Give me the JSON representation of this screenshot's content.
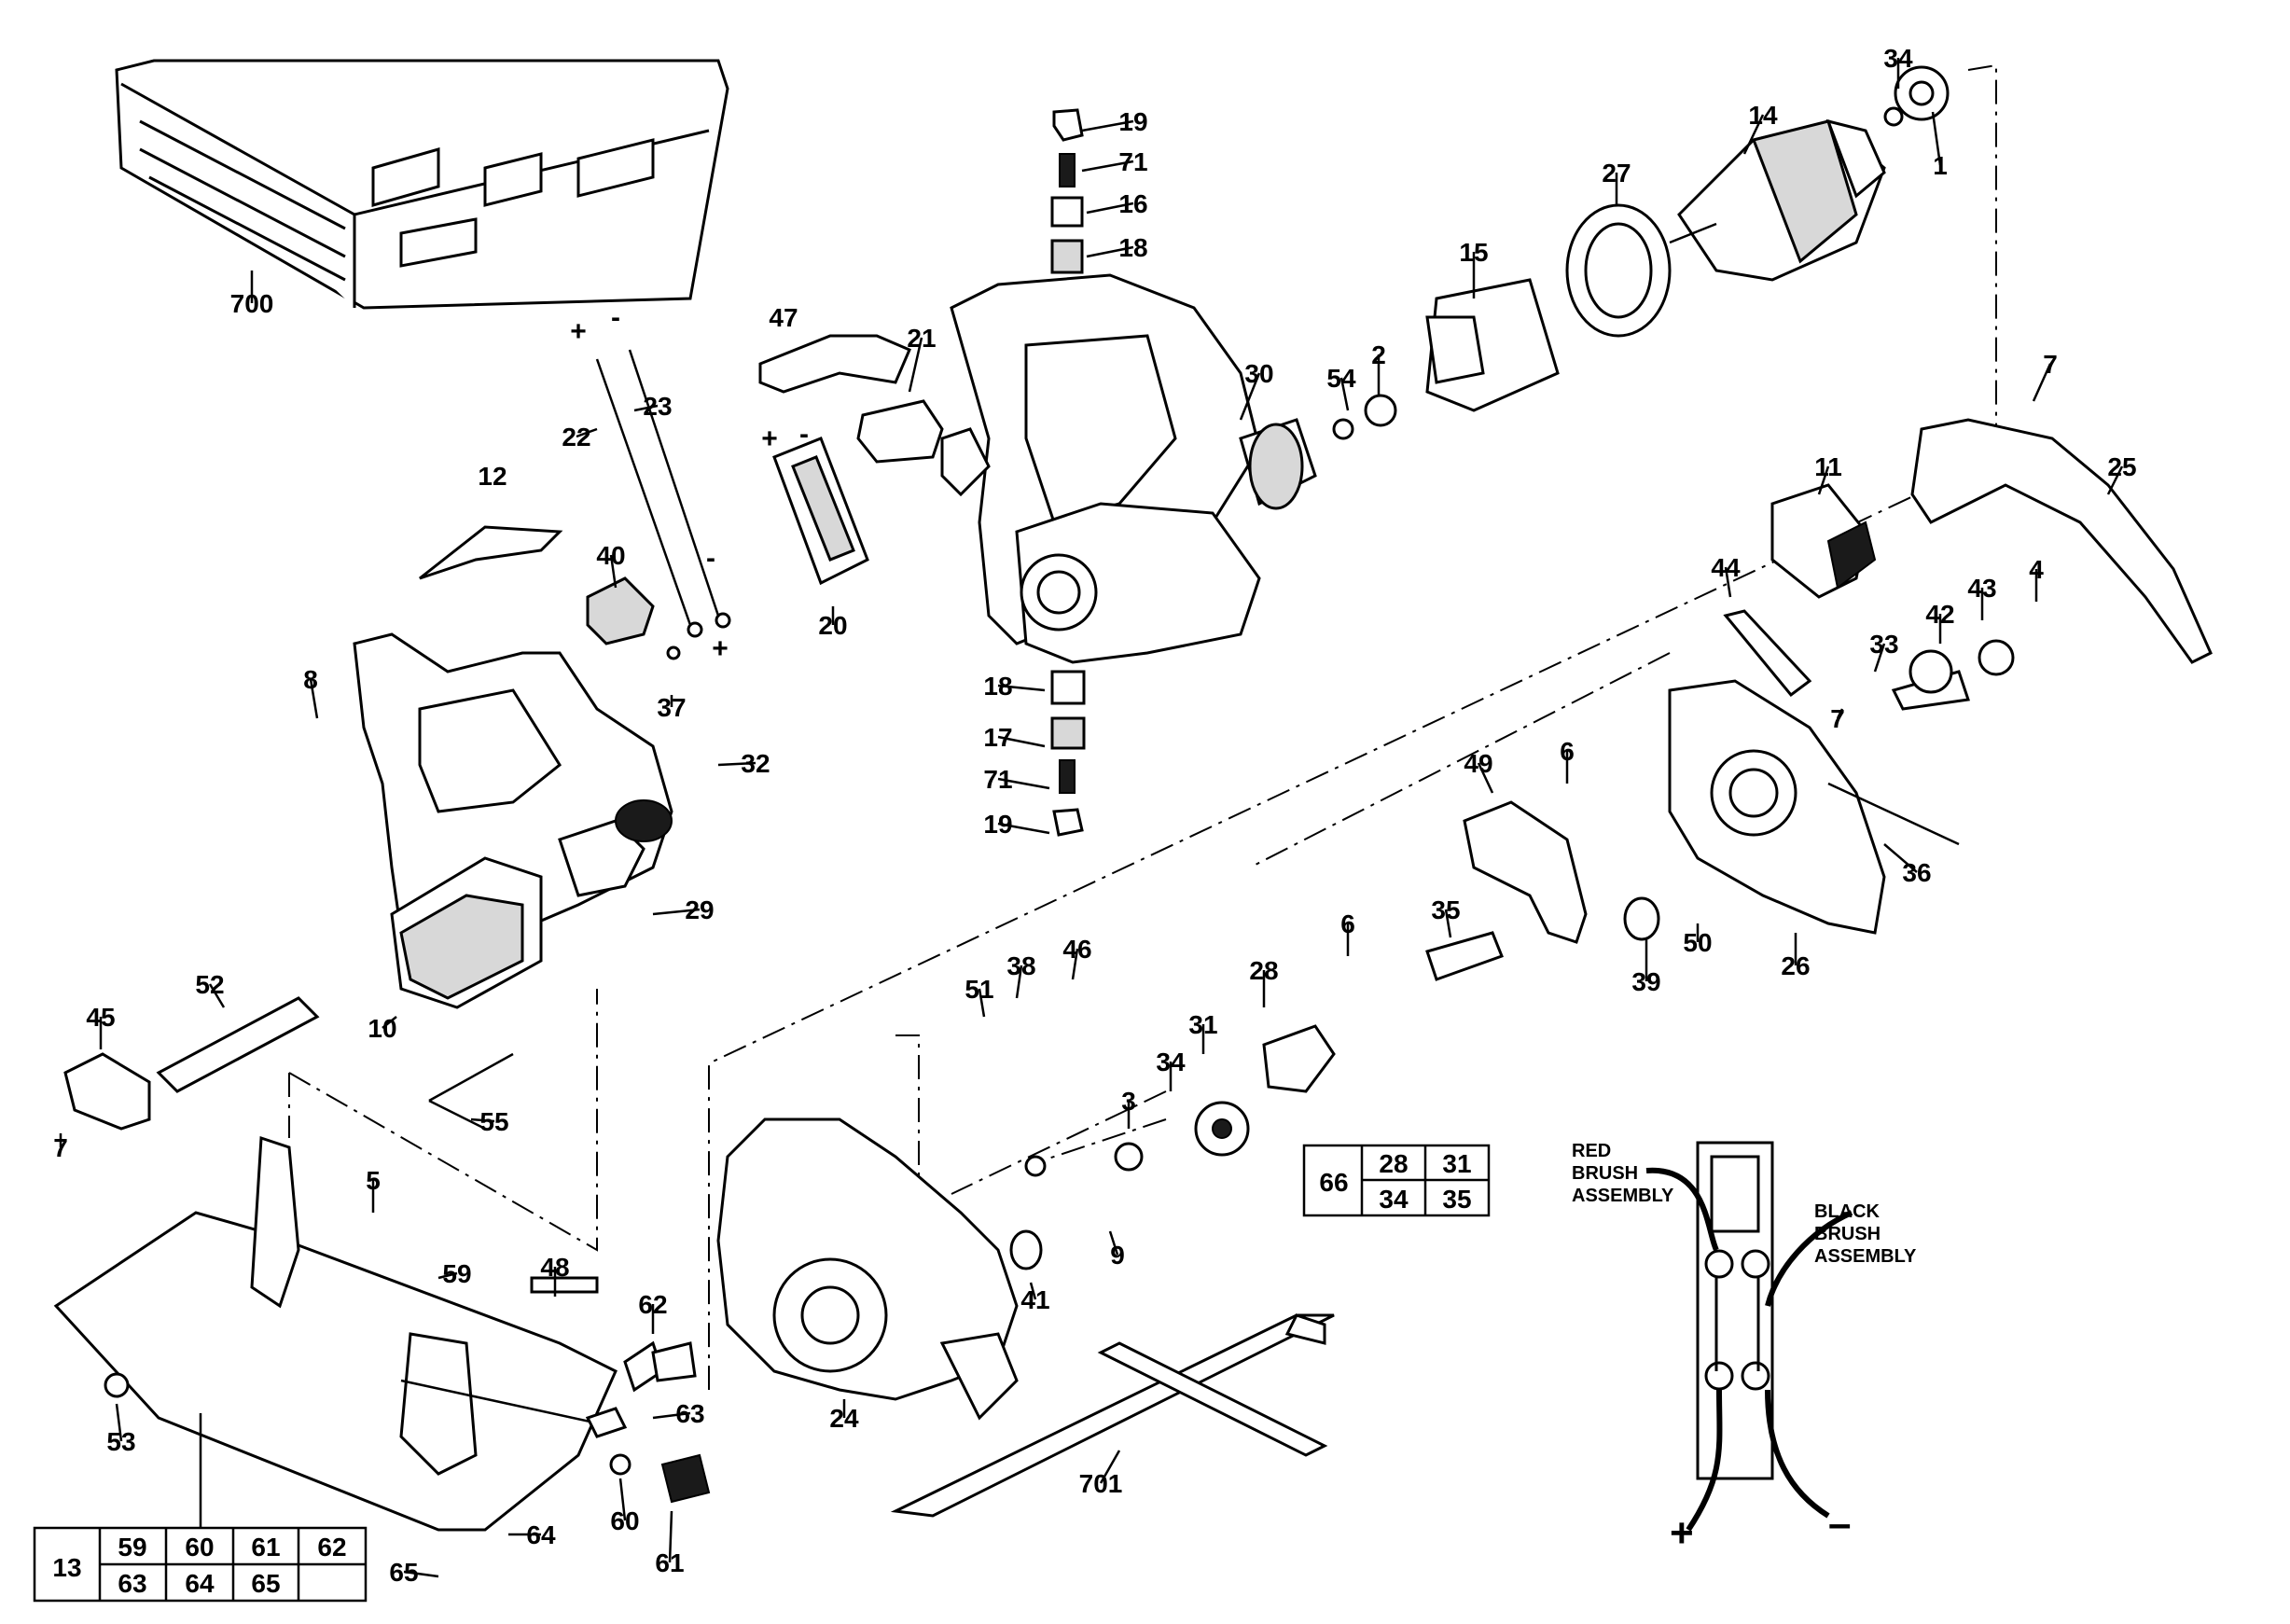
{
  "callouts": [
    {
      "id": "c700",
      "text": "700"
    },
    {
      "id": "c19a",
      "text": "19"
    },
    {
      "id": "c71a",
      "text": "71"
    },
    {
      "id": "c16",
      "text": "16"
    },
    {
      "id": "c18a",
      "text": "18"
    },
    {
      "id": "c34a",
      "text": "34"
    },
    {
      "id": "c14",
      "text": "14"
    },
    {
      "id": "c1",
      "text": "1"
    },
    {
      "id": "c27",
      "text": "27"
    },
    {
      "id": "c15",
      "text": "15"
    },
    {
      "id": "c47",
      "text": "47"
    },
    {
      "id": "c21",
      "text": "21"
    },
    {
      "id": "c30",
      "text": "30"
    },
    {
      "id": "c54",
      "text": "54"
    },
    {
      "id": "c2",
      "text": "2"
    },
    {
      "id": "c22",
      "text": "22"
    },
    {
      "id": "c23",
      "text": "23"
    },
    {
      "id": "c20",
      "text": "20"
    },
    {
      "id": "c12",
      "text": "12"
    },
    {
      "id": "c40",
      "text": "40"
    },
    {
      "id": "c8",
      "text": "8"
    },
    {
      "id": "c37",
      "text": "37"
    },
    {
      "id": "c32",
      "text": "32"
    },
    {
      "id": "c18b",
      "text": "18"
    },
    {
      "id": "c17",
      "text": "17"
    },
    {
      "id": "c71b",
      "text": "71"
    },
    {
      "id": "c19b",
      "text": "19"
    },
    {
      "id": "c7a",
      "text": "7"
    },
    {
      "id": "c25",
      "text": "25"
    },
    {
      "id": "c11",
      "text": "11"
    },
    {
      "id": "c44",
      "text": "44"
    },
    {
      "id": "c42",
      "text": "42"
    },
    {
      "id": "c43",
      "text": "43"
    },
    {
      "id": "c4",
      "text": "4"
    },
    {
      "id": "c33",
      "text": "33"
    },
    {
      "id": "c7b",
      "text": "7"
    },
    {
      "id": "c49",
      "text": "49"
    },
    {
      "id": "c6a",
      "text": "6"
    },
    {
      "id": "c36",
      "text": "36"
    },
    {
      "id": "c26",
      "text": "26"
    },
    {
      "id": "c39",
      "text": "39"
    },
    {
      "id": "c50",
      "text": "50"
    },
    {
      "id": "c35",
      "text": "35"
    },
    {
      "id": "c6b",
      "text": "6"
    },
    {
      "id": "c28",
      "text": "28"
    },
    {
      "id": "c29",
      "text": "29"
    },
    {
      "id": "c52",
      "text": "52"
    },
    {
      "id": "c45",
      "text": "45"
    },
    {
      "id": "c10",
      "text": "10"
    },
    {
      "id": "c55",
      "text": "55"
    },
    {
      "id": "c7c",
      "text": "7"
    },
    {
      "id": "c51",
      "text": "51"
    },
    {
      "id": "c38",
      "text": "38"
    },
    {
      "id": "c46",
      "text": "46"
    },
    {
      "id": "c31",
      "text": "31"
    },
    {
      "id": "c34b",
      "text": "34"
    },
    {
      "id": "c3",
      "text": "3"
    },
    {
      "id": "c9",
      "text": "9"
    },
    {
      "id": "c41",
      "text": "41"
    },
    {
      "id": "c24",
      "text": "24"
    },
    {
      "id": "c5",
      "text": "5"
    },
    {
      "id": "c59",
      "text": "59"
    },
    {
      "id": "c48",
      "text": "48"
    },
    {
      "id": "c62",
      "text": "62"
    },
    {
      "id": "c63",
      "text": "63"
    },
    {
      "id": "c53",
      "text": "53"
    },
    {
      "id": "c60",
      "text": "60"
    },
    {
      "id": "c61",
      "text": "61"
    },
    {
      "id": "c64",
      "text": "64"
    },
    {
      "id": "c65",
      "text": "65"
    },
    {
      "id": "c701",
      "text": "701"
    }
  ],
  "polarity": {
    "plus": "+",
    "minus": "-",
    "p22": "+",
    "m23": "-",
    "m22b": "-",
    "p23b": "+",
    "p20": "+",
    "m20": "-"
  },
  "kit_table_66": {
    "label": "66",
    "row1": [
      "28",
      "31"
    ],
    "row2": [
      "34",
      "35"
    ]
  },
  "kit_table_13": {
    "label": "13",
    "row1": [
      "59",
      "60",
      "61",
      "62"
    ],
    "row2": [
      "63",
      "64",
      "65",
      ""
    ]
  },
  "wiring": {
    "red_label": [
      "RED",
      "BRUSH",
      "ASSEMBLY"
    ],
    "black_label": [
      "BLACK",
      "BRUSH",
      "ASSEMBLY"
    ],
    "plus": "+",
    "minus": "–"
  }
}
